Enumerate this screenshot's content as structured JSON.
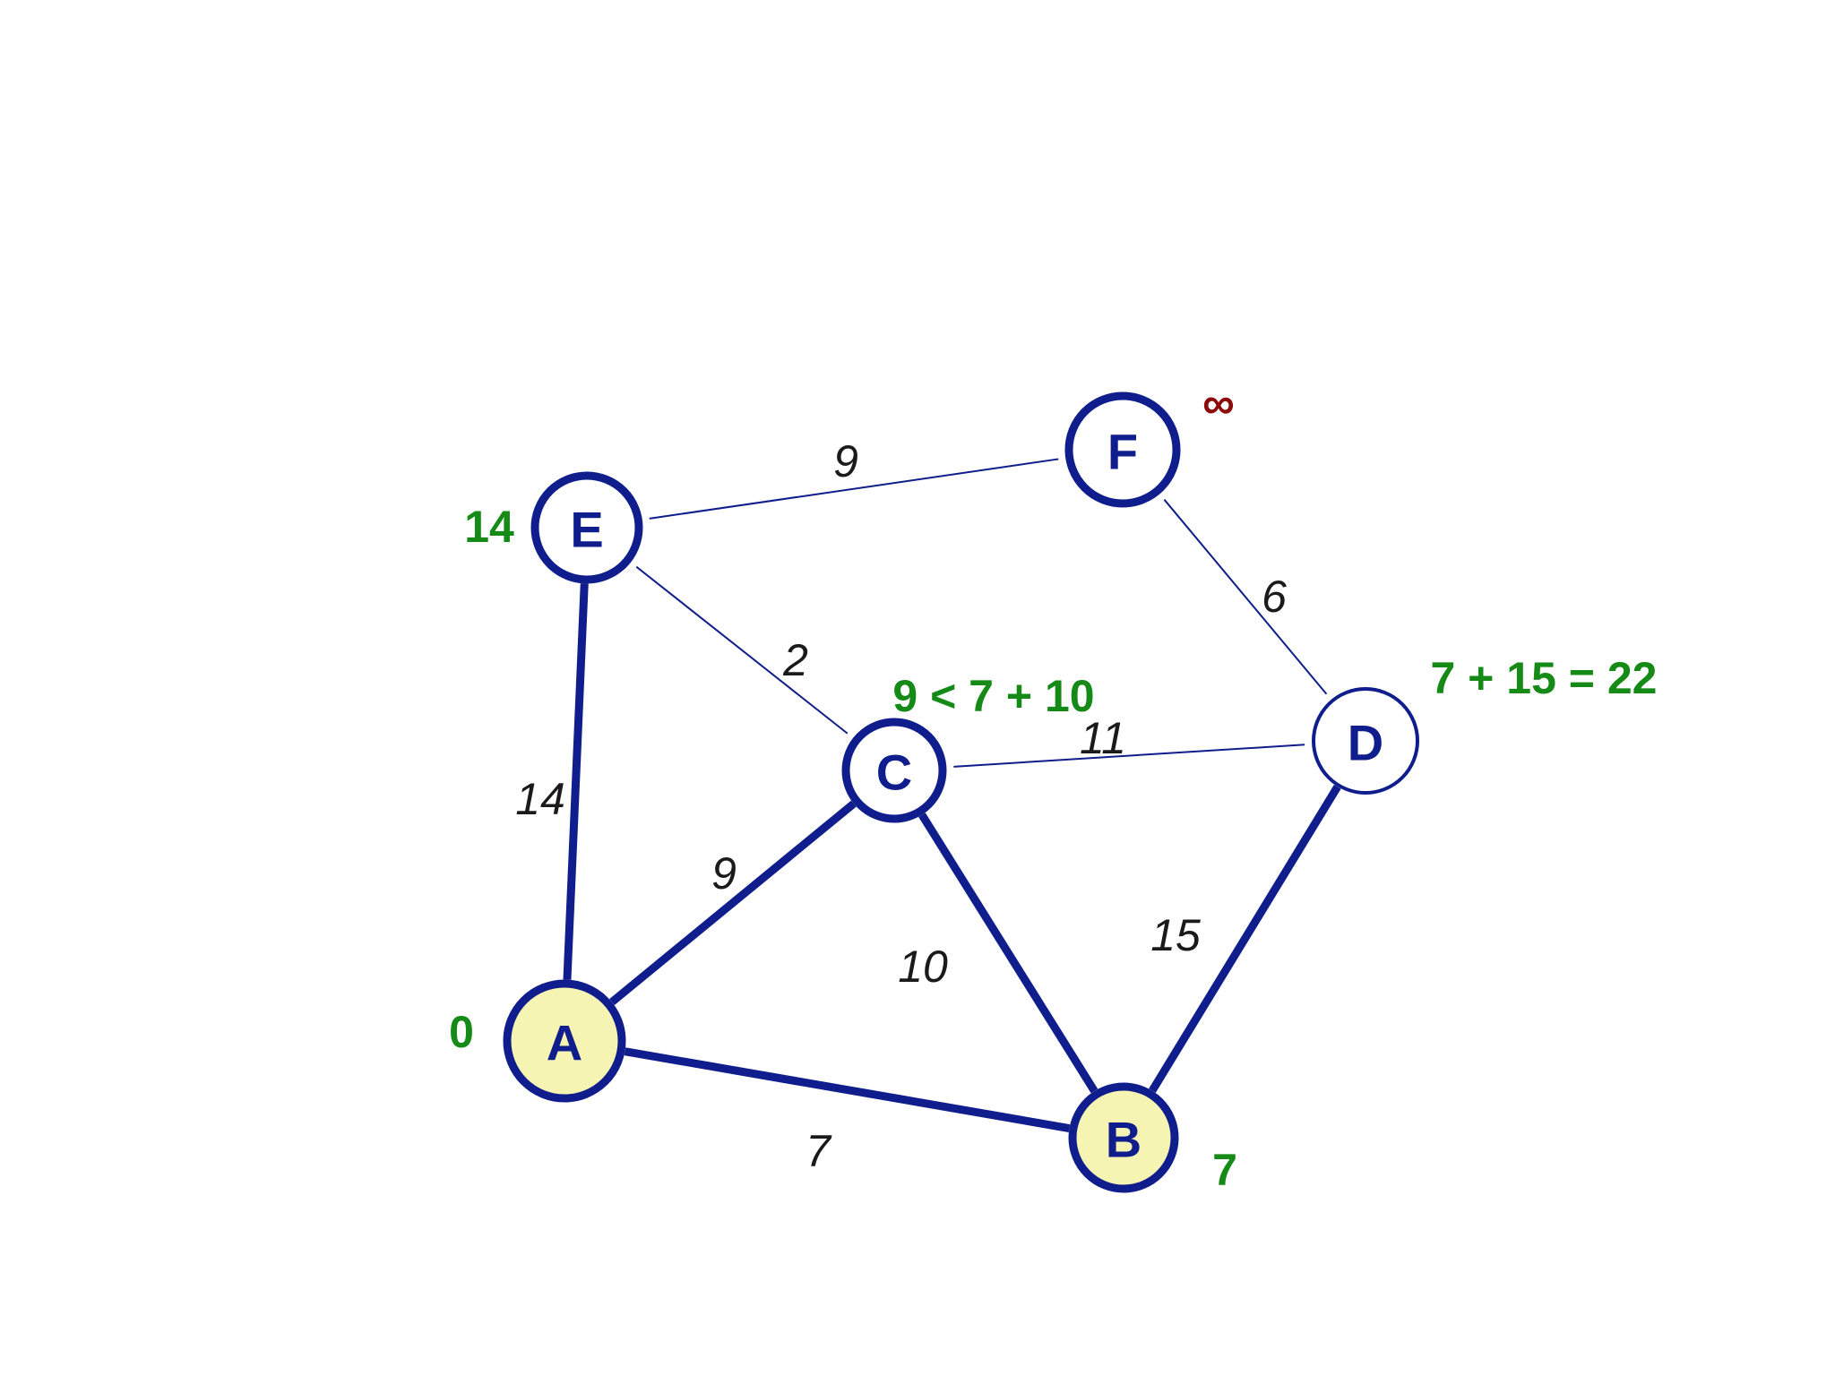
{
  "colors": {
    "edge": "#0f1e8c",
    "node_outline": "#0f1e8c",
    "visited_fill": "#f6f4b2",
    "unvisited_fill": "#ffffff",
    "distance_text": "#168a16",
    "infinity_text": "#8b0a0a",
    "weight_text": "#1a1a1a"
  },
  "nodes": [
    {
      "id": "A",
      "label": "A",
      "visited": true
    },
    {
      "id": "B",
      "label": "B",
      "visited": true
    },
    {
      "id": "C",
      "label": "C",
      "visited": false
    },
    {
      "id": "D",
      "label": "D",
      "visited": false
    },
    {
      "id": "E",
      "label": "E",
      "visited": false
    },
    {
      "id": "F",
      "label": "F",
      "visited": false
    }
  ],
  "edges": [
    {
      "from": "E",
      "to": "F",
      "weight": "9",
      "highlighted": false
    },
    {
      "from": "E",
      "to": "C",
      "weight": "2",
      "highlighted": false
    },
    {
      "from": "F",
      "to": "D",
      "weight": "6",
      "highlighted": false
    },
    {
      "from": "C",
      "to": "D",
      "weight": "11",
      "highlighted": false
    },
    {
      "from": "E",
      "to": "A",
      "weight": "14",
      "highlighted": true
    },
    {
      "from": "A",
      "to": "C",
      "weight": "9",
      "highlighted": true
    },
    {
      "from": "C",
      "to": "B",
      "weight": "10",
      "highlighted": true
    },
    {
      "from": "D",
      "to": "B",
      "weight": "15",
      "highlighted": true
    },
    {
      "from": "A",
      "to": "B",
      "weight": "7",
      "highlighted": true
    }
  ],
  "distances": {
    "A": "0",
    "B": "7",
    "C": "9 < 7 + 10",
    "D": "7 + 15 = 22",
    "E": "14",
    "F": "∞"
  }
}
